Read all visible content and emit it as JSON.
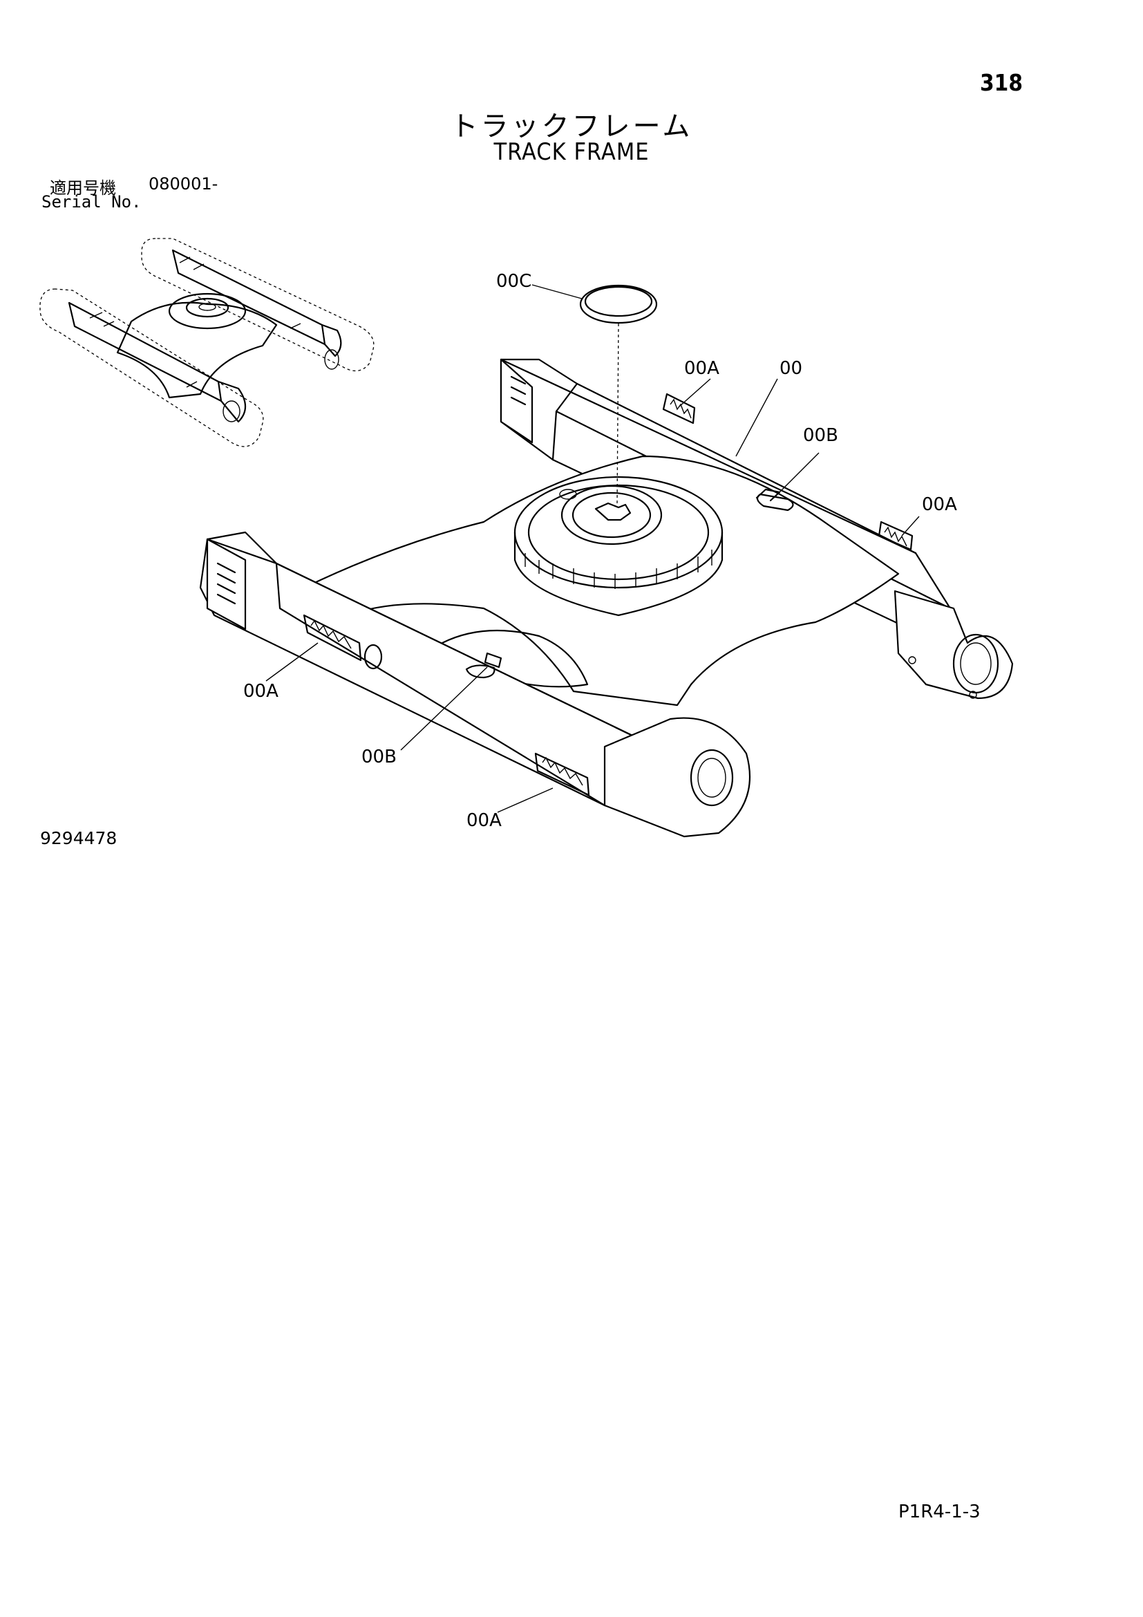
{
  "header": {
    "page_number": "318",
    "title_jp": "トラックフレーム",
    "title_en": "TRACK FRAME"
  },
  "serial": {
    "label_jp": "適用号機",
    "value": "080001-",
    "label_en": "Serial No."
  },
  "callouts": {
    "c00C": "00C",
    "c00A_top": "00A",
    "c00": "00",
    "c00B_right": "00B",
    "c00A_right": "00A",
    "c00A_left": "00A",
    "c00B_bottom": "00B",
    "c00A_bottom": "00A"
  },
  "footer": {
    "doc_id": "9294478",
    "page_code": "P1R4-1-3"
  }
}
